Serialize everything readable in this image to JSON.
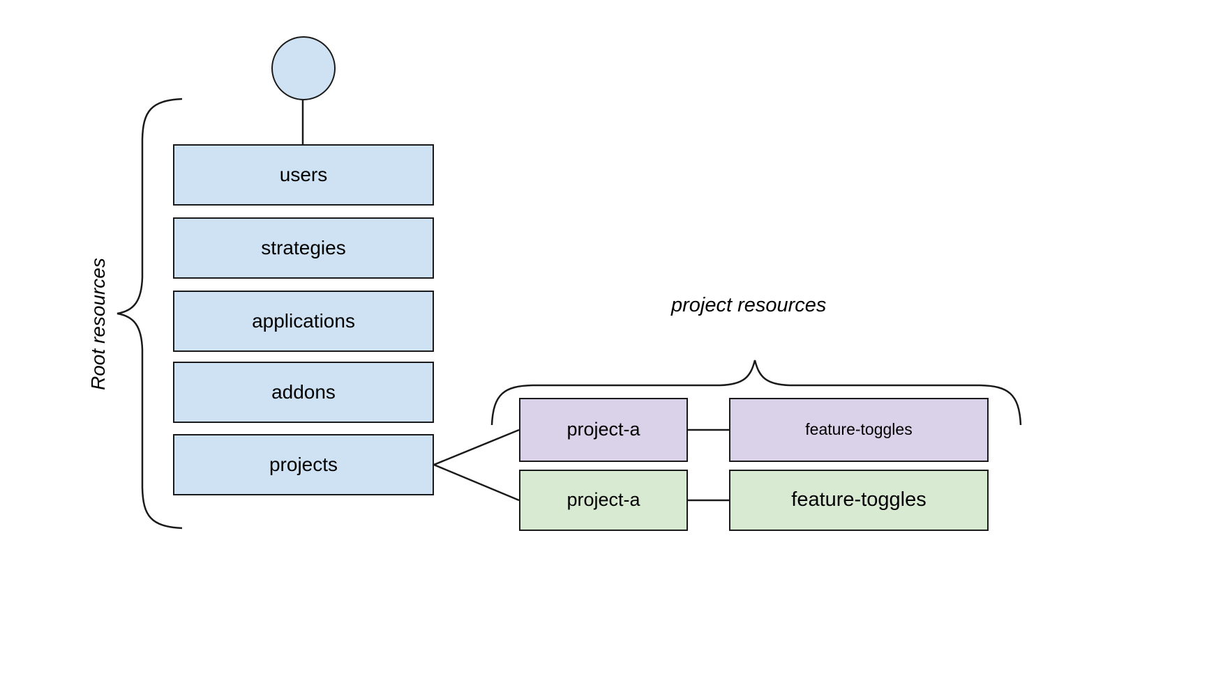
{
  "diagram": {
    "title_hidden": "",
    "background_color": "#ffffff",
    "stroke_color": "#1a1a1a",
    "colors": {
      "blue": "#cfe2f3",
      "purple": "#d9d2e9",
      "green": "#d9ead3"
    },
    "annotations": {
      "root_resources": "Root resources",
      "project_resources": "project resources"
    },
    "root_node": {
      "shape": "circle",
      "label": "",
      "color": "#cfe2f3"
    },
    "root_resources": [
      {
        "label": "users",
        "color": "#cfe2f3"
      },
      {
        "label": "strategies",
        "color": "#cfe2f3"
      },
      {
        "label": "applications",
        "color": "#cfe2f3"
      },
      {
        "label": "addons",
        "color": "#cfe2f3"
      },
      {
        "label": "projects",
        "color": "#cfe2f3"
      }
    ],
    "project_rows": [
      {
        "project_label": "project-a",
        "resource_label": "feature-toggles",
        "color": "#d9d2e9"
      },
      {
        "project_label": "project-a",
        "resource_label": "feature-toggles",
        "color": "#d9ead3"
      }
    ],
    "edges": [
      {
        "from": "root-circle",
        "to": "users"
      },
      {
        "from": "projects",
        "to": "project-a-purple"
      },
      {
        "from": "projects",
        "to": "project-a-green"
      },
      {
        "from": "project-a-purple",
        "to": "feature-toggles-purple"
      },
      {
        "from": "project-a-green",
        "to": "feature-toggles-green"
      }
    ]
  }
}
